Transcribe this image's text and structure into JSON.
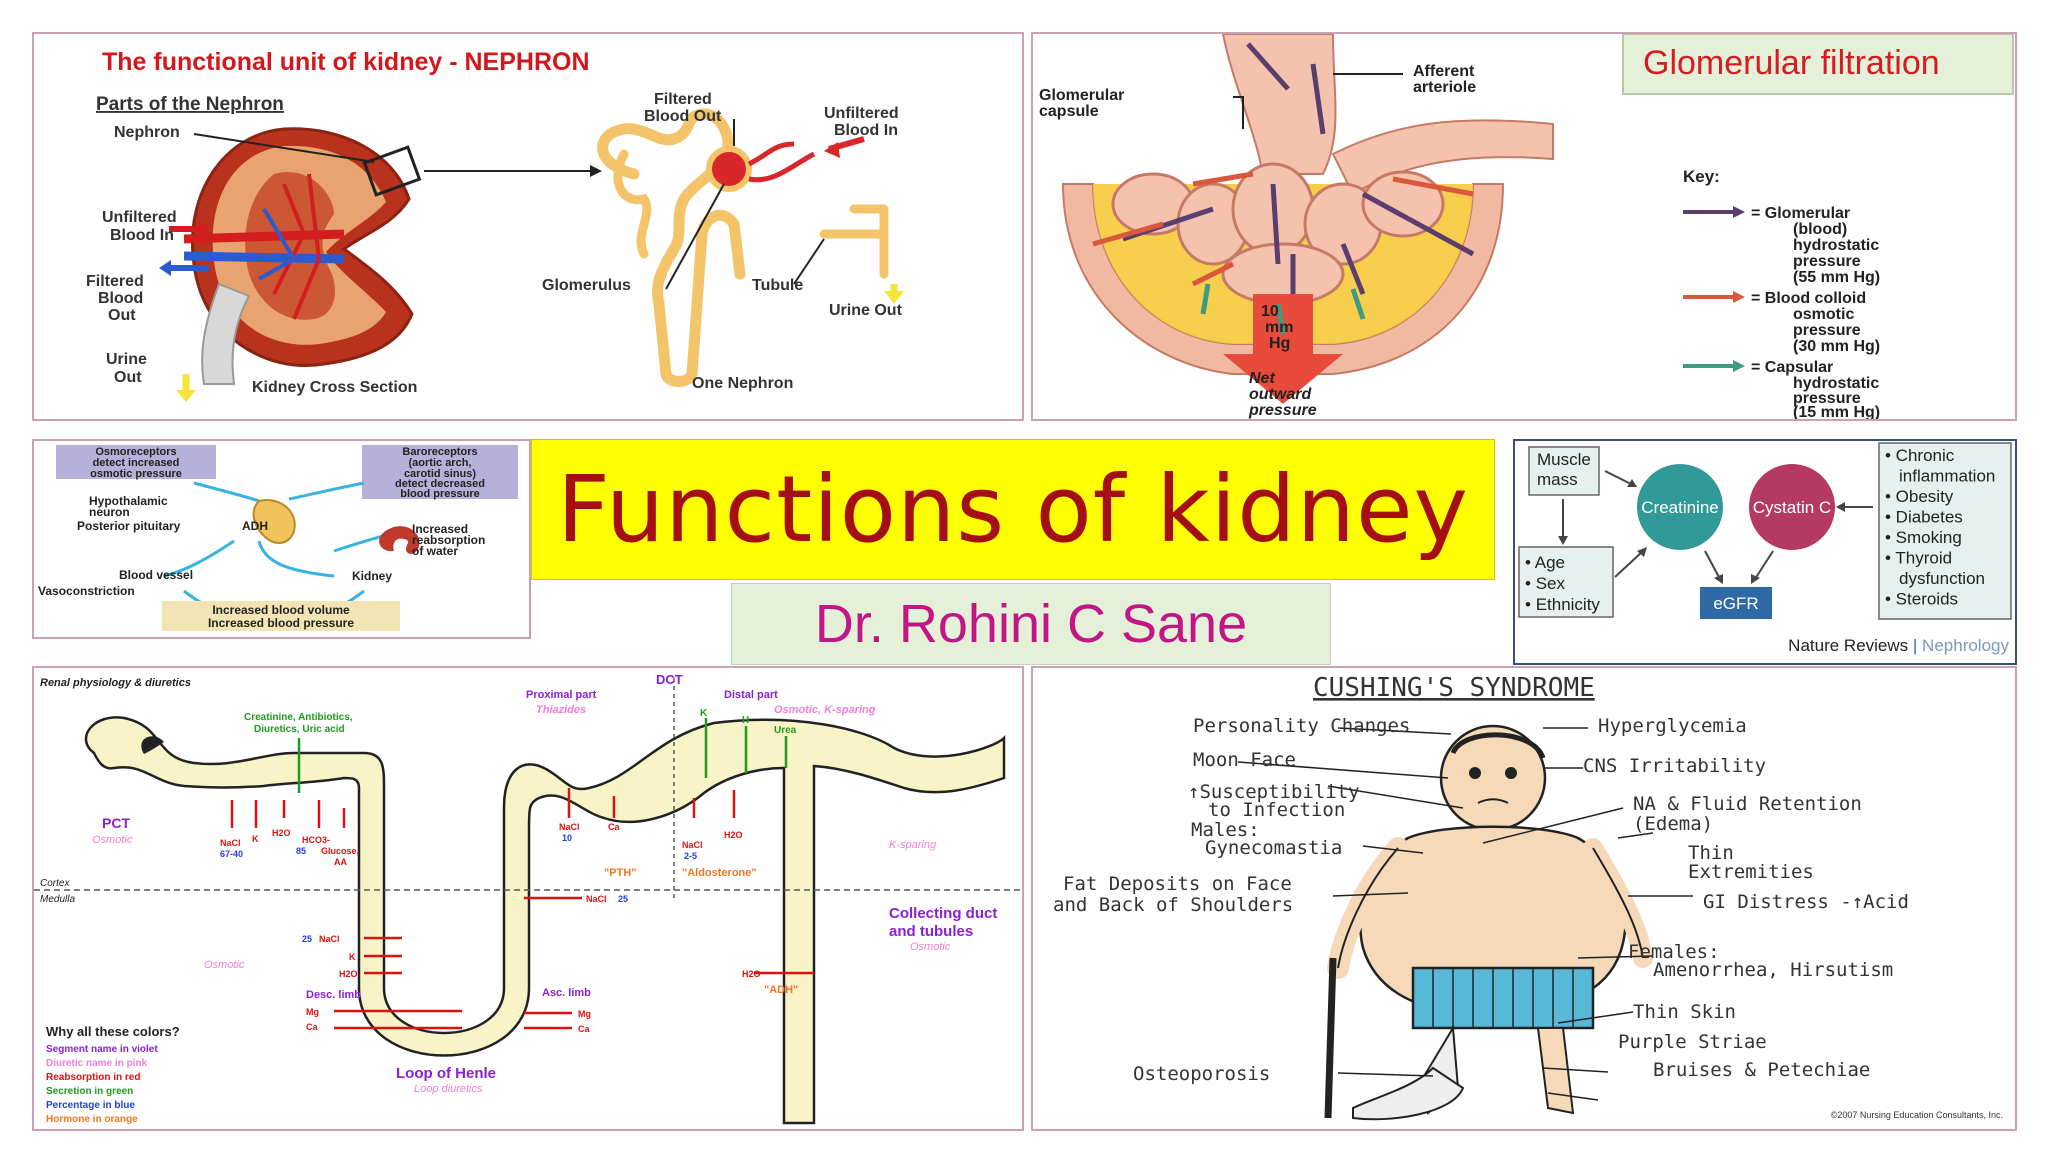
{
  "title": "Functions of kidney",
  "author": "Dr. Rohini C Sane",
  "nephron": {
    "title": "The functional unit of kidney - NEPHRON",
    "subtitle": "Parts of the Nephron",
    "nephron": "Nephron",
    "unfiltered_in_1": "Unfiltered",
    "unfiltered_in_2": "Blood In",
    "filtered_out_1": "Filtered",
    "filtered_out_2": "Blood",
    "filtered_out_3": "Out",
    "urine_out_1": "Urine",
    "urine_out_2": "Out",
    "cross_section": "Kidney Cross Section",
    "filtered_blood_out_1": "Filtered",
    "filtered_blood_out_2": "Blood Out",
    "unfiltered_blood_in_1": "Unfiltered",
    "unfiltered_blood_in_2": "Blood In",
    "glomerulus": "Glomerulus",
    "tubule": "Tubule",
    "urine_out": "Urine Out",
    "one_nephron": "One Nephron"
  },
  "filtration": {
    "title": "Glomerular filtration",
    "capsule_1": "Glomerular",
    "capsule_2": "capsule",
    "afferent_1": "Afferent",
    "afferent_2": "arteriole",
    "net_1": "10",
    "net_2": "mm",
    "net_3": "Hg",
    "net_4": "Net",
    "net_5": "outward",
    "net_6": "pressure",
    "key": "Key:",
    "k1_1": "= Glomerular",
    "k1_2": "(blood)",
    "k1_3": "hydrostatic",
    "k1_4": "pressure",
    "k1_5": "(55 mm Hg)",
    "k2_1": "= Blood colloid",
    "k2_2": "osmotic",
    "k2_3": "pressure",
    "k2_4": "(30 mm Hg)",
    "k3_1": "= Capsular",
    "k3_2": "hydrostatic",
    "k3_3": "pressure",
    "k3_4": "(15 mm Hg)",
    "colors": {
      "glomerular": "#5a3f6e",
      "colloid": "#d9573a",
      "capsular": "#3f9a82"
    }
  },
  "adh": {
    "osmo_1": "Osmoreceptors",
    "osmo_2": "detect increased",
    "osmo_3": "osmotic pressure",
    "baro_1": "Baroreceptors",
    "baro_2": "(aortic arch,",
    "baro_3": "carotid sinus)",
    "baro_4": "detect decreased",
    "baro_5": "blood pressure",
    "hypo_1": "Hypothalamic",
    "hypo_2": "neuron",
    "pituitary": "Posterior pituitary",
    "adh": "ADH",
    "reabs_1": "Increased",
    "reabs_2": "reabsorption",
    "reabs_3": "of water",
    "vessel": "Blood vessel",
    "kidney": "Kidney",
    "vaso": "Vasoconstriction",
    "vol_1": "Increased blood volume",
    "vol_2": "Increased blood pressure"
  },
  "egfr": {
    "muscle_1": "Muscle",
    "muscle_2": "mass",
    "creatinine": "Creatinine",
    "cystatin": "Cystatin C",
    "egfr": "eGFR",
    "left_list": [
      "Age",
      "Sex",
      "Ethnicity"
    ],
    "right_list": [
      "Chronic",
      "inflammation",
      "Obesity",
      "Diabetes",
      "Smoking",
      "Thyroid",
      "dysfunction",
      "Steroids"
    ],
    "right_bullets": [
      true,
      false,
      true,
      true,
      true,
      true,
      false,
      true
    ],
    "source_1": "Nature Reviews",
    "source_sep": " | ",
    "source_2": "Nephrology"
  },
  "diuretics": {
    "header": "Renal physiology & diuretics",
    "dct": "DCT",
    "proximal": "Proximal part",
    "thiazides": "Thiazides",
    "distal": "Distal part",
    "osmotic_ks": "Osmotic, K-sparing",
    "secretion": "Creatinine, Antibiotics,",
    "secretion_2": "Diuretics, Uric acid",
    "k": "K",
    "h": "H",
    "urea": "Urea",
    "pct": "PCT",
    "osmotic": "Osmotic",
    "nacl": "NaCl",
    "pct_pct": "67-40",
    "k_label": "K",
    "h2o": "H2O",
    "hco3": "HCO3-",
    "hco3_pct": "85",
    "glucose": "Glucose,",
    "aa": "AA",
    "nacl_10": "10",
    "ca": "Ca",
    "pth": "\"PTH\"",
    "nacl_25": "2-5",
    "aldo": "\"Aldosterone\"",
    "ksparing": "K-sparing",
    "cortex": "Cortex",
    "medulla": "Medulla",
    "asc_nacl": "NaCl",
    "asc_pct": "25",
    "desc_pct": "25",
    "desc": "Desc. limb",
    "asc": "Asc. limb",
    "mg": "Mg",
    "collecting_1": "Collecting duct",
    "collecting_2": "and tubules",
    "adh": "\"ADH\"",
    "loop": "Loop of Henle",
    "loop_d": "Loop diuretics",
    "legend_title": "Why all these colors?",
    "legend": [
      {
        "text": "Segment name in violet",
        "color": "#8b1fd6"
      },
      {
        "text": "Diuretic name in pink",
        "color": "#f07fd6"
      },
      {
        "text": "Reabsorption in red",
        "color": "#e01010"
      },
      {
        "text": "Secretion in green",
        "color": "#1f9a1f"
      },
      {
        "text": "Percentage in blue",
        "color": "#1f3fd6"
      },
      {
        "text": "Hormone in orange",
        "color": "#f0781f"
      }
    ]
  },
  "cushing": {
    "title": "CUSHING'S SYNDROME",
    "personality": "Personality Changes",
    "moon": "Moon Face",
    "susc_1": "↑Susceptibility",
    "susc_2": "to Infection",
    "males_1": "Males:",
    "males_2": "Gynecomastia",
    "fat_1": "Fat Deposits on Face",
    "fat_2": "and Back of Shoulders",
    "osteo": "Osteoporosis",
    "hyper": "Hyperglycemia",
    "cns": "CNS Irritability",
    "na_1": "NA & Fluid Retention",
    "na_2": "(Edema)",
    "thin_1": "Thin",
    "thin_2": "Extremities",
    "gi": "GI Distress -↑Acid",
    "fem_1": "Females:",
    "fem_2": "Amenorrhea, Hirsutism",
    "skin": "Thin Skin",
    "striae": "Purple Striae",
    "bruises": "Bruises & Petechiae",
    "copyright": "©2007 Nursing Education Consultants, Inc."
  }
}
